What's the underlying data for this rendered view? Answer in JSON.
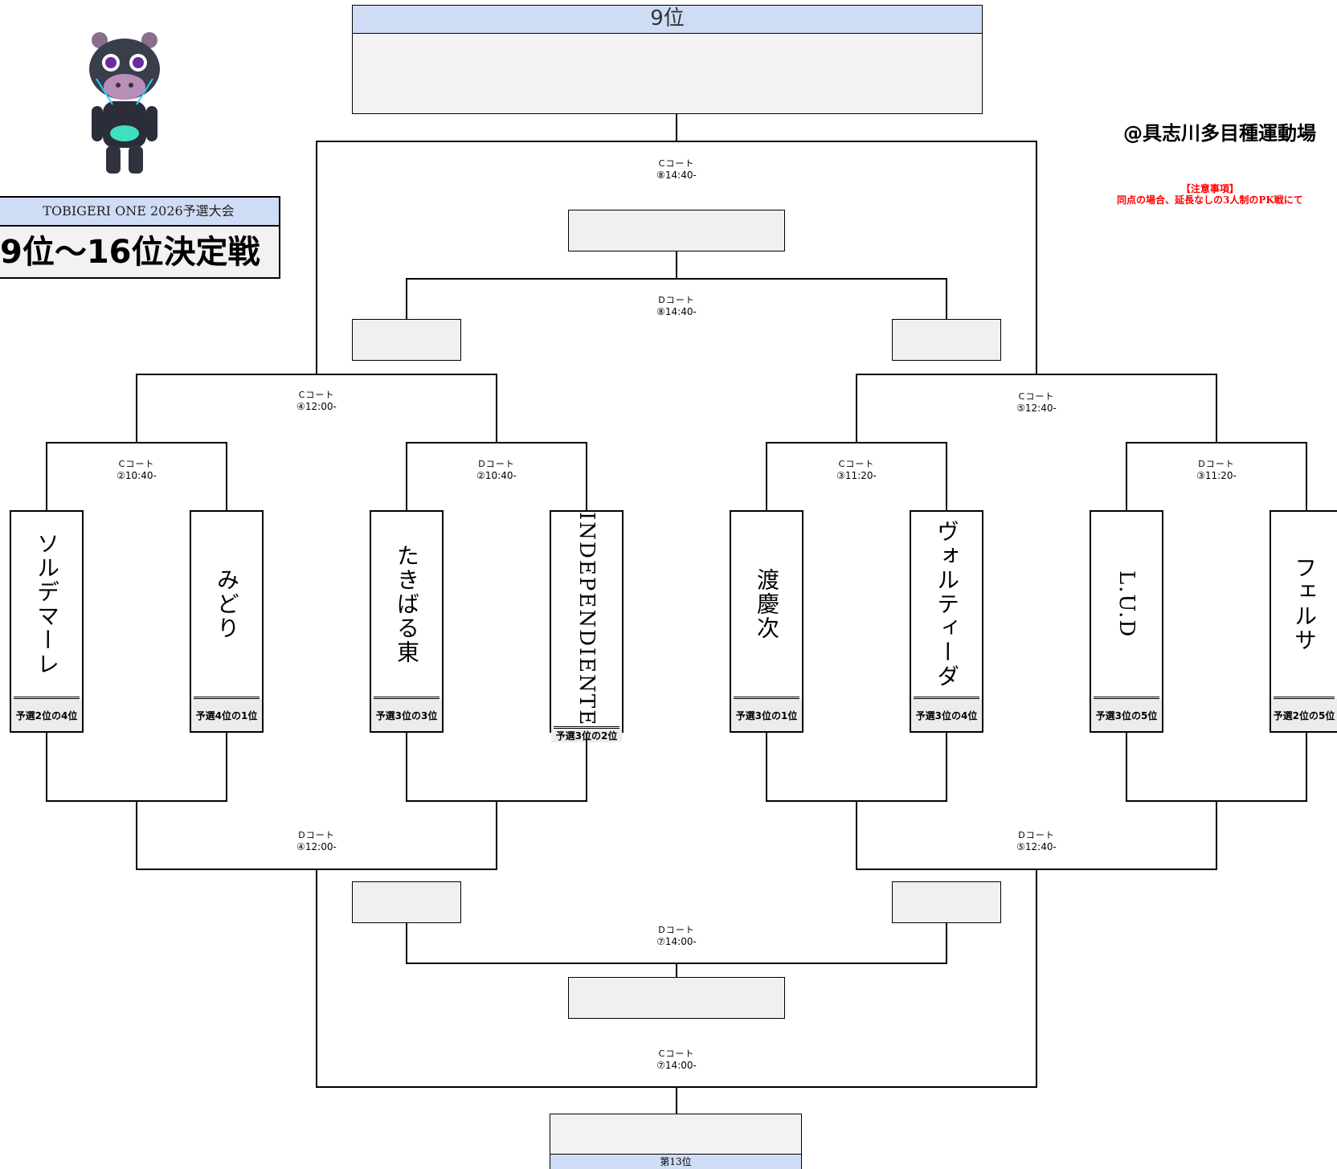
{
  "title_box": {
    "rank_label": "9位"
  },
  "tournament": {
    "name": "TOBIGERI ONE 2026予選大会",
    "subtitle": "9位〜16位決定戦"
  },
  "venue": "@具志川多目種運動場",
  "notes": {
    "title": "【注意事項】",
    "text": "同点の場合、延長なしの3人制のPK戦にて"
  },
  "bottom_box": {
    "rank_label": "第13位"
  },
  "teams": [
    {
      "name": "ソルデマーレ",
      "qualification": "予選2位の4位"
    },
    {
      "name": "みどり",
      "qualification": "予選4位の1位"
    },
    {
      "name": "たきばる東",
      "qualification": "予選3位の3位"
    },
    {
      "name": "INDEPENDIENTE",
      "qualification": "予選3位の2位"
    },
    {
      "name": "渡慶次",
      "qualification": "予選3位の1位"
    },
    {
      "name": "ヴォルティーダ",
      "qualification": "予選3位の4位"
    },
    {
      "name": "L.U.D",
      "qualification": "予選3位の5位"
    },
    {
      "name": "フェルサ",
      "qualification": "予選2位の5位"
    }
  ],
  "matches": {
    "r1_a": {
      "court": "Cコート",
      "time": "②10:40-"
    },
    "r1_b": {
      "court": "Dコート",
      "time": "②10:40-"
    },
    "r1_c": {
      "court": "Cコート",
      "time": "③11:20-"
    },
    "r1_d": {
      "court": "Dコート",
      "time": "③11:20-"
    },
    "r2_win_left": {
      "court": "Cコート",
      "time": "④12:00-"
    },
    "r2_win_right": {
      "court": "Cコート",
      "time": "⑤12:40-"
    },
    "r2_lose_left": {
      "court": "Dコート",
      "time": "④12:00-"
    },
    "r2_lose_right": {
      "court": "Dコート",
      "time": "⑤12:40-"
    },
    "final_9": {
      "court": "Cコート",
      "time": "⑧14:40-"
    },
    "final_11": {
      "court": "Dコート",
      "time": "⑧14:40-"
    },
    "final_15": {
      "court": "Dコート",
      "time": "⑦14:00-"
    },
    "final_13": {
      "court": "Cコート",
      "time": "⑦14:00-"
    }
  },
  "colors": {
    "header_fill": "#cfdcf5",
    "box_fill": "#f2f2f2",
    "notes": "#ff0000"
  },
  "icons": {
    "mascot": "robot-hippo-mascot"
  }
}
